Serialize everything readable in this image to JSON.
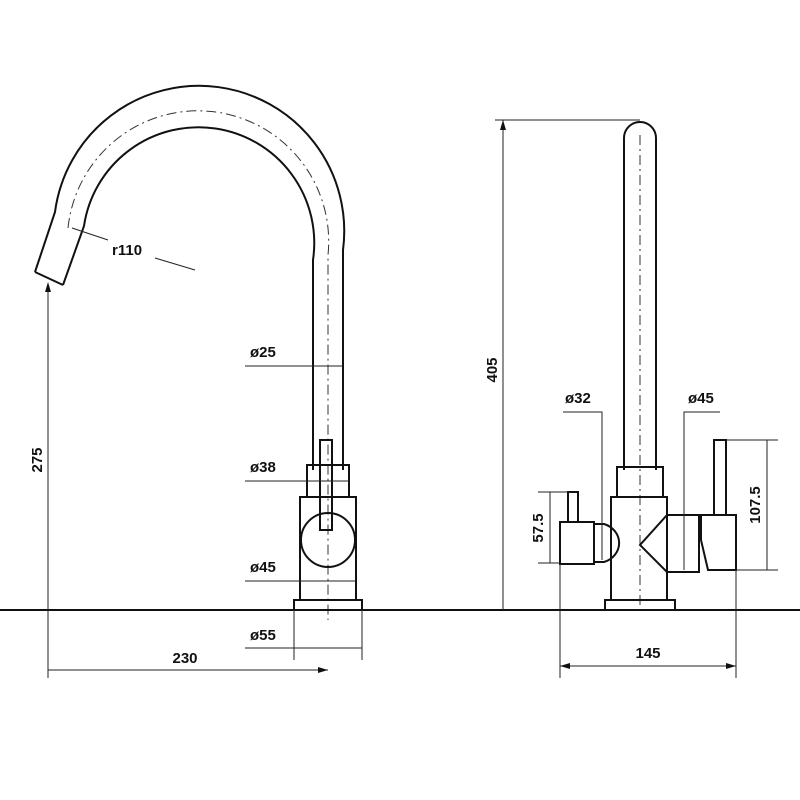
{
  "diagram": {
    "type": "technical-drawing",
    "subject": "kitchen mixer tap",
    "views": {
      "side_view": {
        "labels": {
          "radius": "r110",
          "spout_diameter": "ø25",
          "collar_diameter": "ø38",
          "body_diameter": "ø45",
          "base_diameter": "ø55",
          "spout_height": "275",
          "spout_reach": "230"
        }
      },
      "front_view": {
        "labels": {
          "total_height": "405",
          "left_handle_diameter": "ø32",
          "right_handle_diameter": "ø45",
          "left_handle_height": "57.5",
          "right_handle_height": "107.5",
          "overall_width": "145"
        }
      }
    },
    "colors": {
      "line": "#111111",
      "background": "#ffffff"
    }
  }
}
